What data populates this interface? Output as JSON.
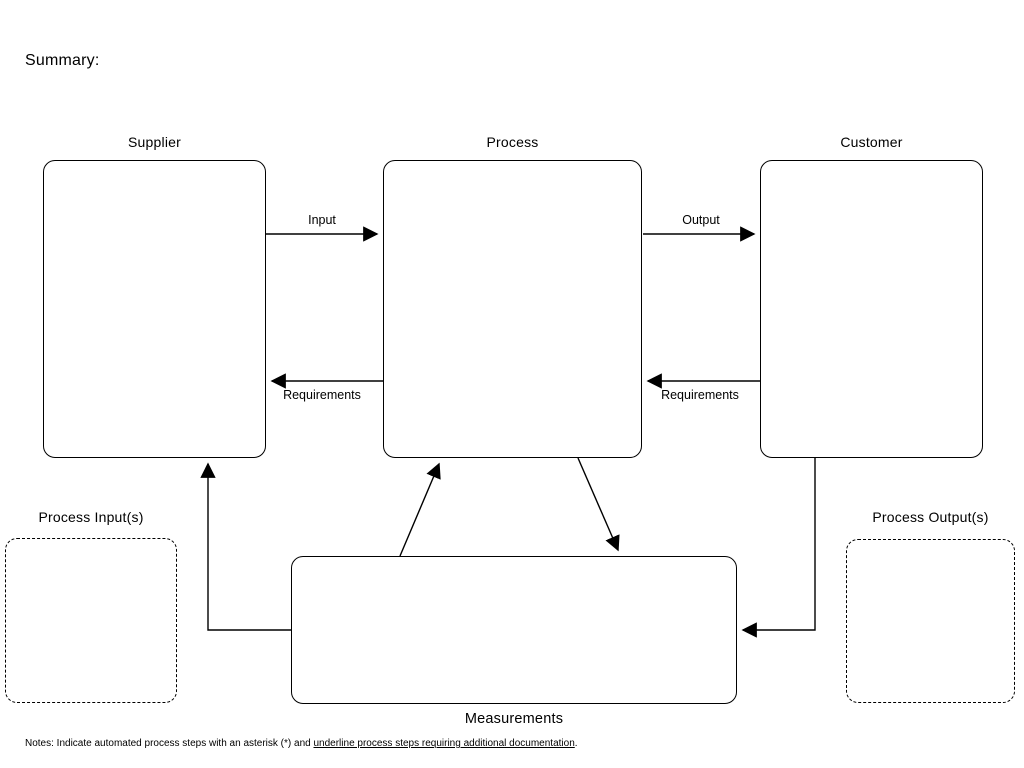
{
  "title": "Summary:",
  "diagram": {
    "supplier": {
      "label": "Supplier"
    },
    "process": {
      "label": "Process"
    },
    "customer": {
      "label": "Customer"
    },
    "measurements": {
      "label": "Measurements"
    },
    "process_inputs": {
      "label": "Process Input(s)"
    },
    "process_outputs": {
      "label": "Process Output(s)"
    },
    "arrows": {
      "input": {
        "label": "Input",
        "from": "Supplier",
        "to": "Process"
      },
      "output": {
        "label": "Output",
        "from": "Process",
        "to": "Customer"
      },
      "requirements_left": {
        "label": "Requirements",
        "from": "Process",
        "to": "Supplier"
      },
      "requirements_right": {
        "label": "Requirements",
        "from": "Customer",
        "to": "Process"
      },
      "measurements_to_supplier": {
        "label": "",
        "from": "Measurements",
        "to": "Supplier"
      },
      "customer_to_measurements": {
        "label": "",
        "from": "Customer",
        "to": "Measurements"
      },
      "measurements_to_process": {
        "label": "",
        "from": "Measurements",
        "to": "Process"
      },
      "process_to_measurements": {
        "label": "",
        "from": "Process",
        "to": "Measurements"
      }
    }
  },
  "notes": {
    "prefix": "Notes: Indicate automated process steps with an asterisk (*) and ",
    "underlined": "underline process steps requiring additional documentation",
    "suffix": "."
  },
  "colors": {
    "line": "#000000",
    "background": "#ffffff"
  }
}
